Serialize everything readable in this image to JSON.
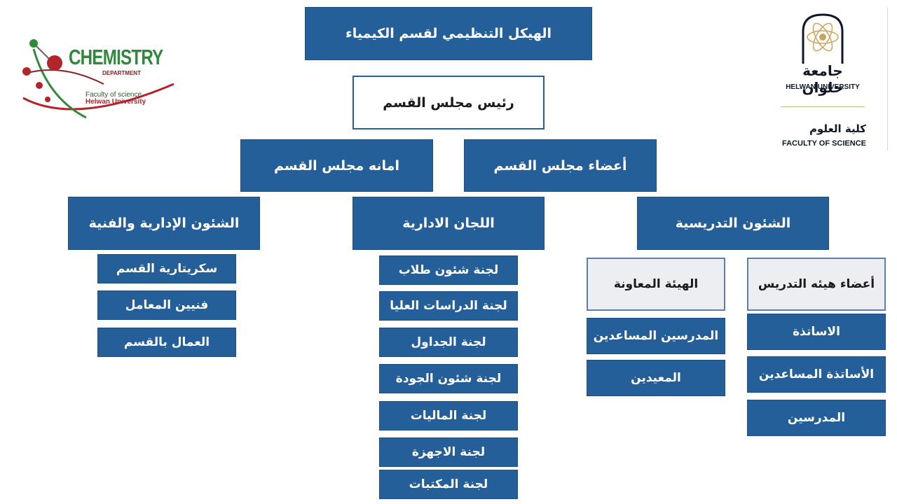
{
  "title": "الهيكل التنظيمي لقسم الكيمياء",
  "chair": "رئيس مجلس القسم",
  "council": {
    "secretariat": "امانه مجلس القسم",
    "members": "أعضاء مجلس القسم"
  },
  "branches": {
    "admin_tech": {
      "label": "الشئون الإدارية والفنية",
      "items": [
        "سكريتارية القسم",
        "فنيين المعامل",
        "العمال بالقسم"
      ]
    },
    "committees": {
      "label": "اللجان الادارية",
      "items": [
        "لجنة شئون طلاب",
        "لجنة الدراسات العليا",
        "لجنة الجداول",
        "لجنة شئون الجودة",
        "لجنة الماليات",
        "لجنة الاجهزة",
        "لجنة المكتبات"
      ]
    },
    "teaching": {
      "label": "الشئون التدريسية",
      "assistant_staff": {
        "label": "الهيئة المعاونة",
        "items": [
          "المدرسين المساعدين",
          "المعيدين"
        ]
      },
      "faculty": {
        "label": "أعضاء هيئه التدريس",
        "items": [
          "الاساتذة",
          "الأساتذة المساعدين",
          "المدرسين"
        ]
      }
    }
  },
  "chem_logo": {
    "word": "CHEMISTRY",
    "dept": "DEPARTMENT",
    "faculty": "Faculty of science",
    "university": "Helwan University",
    "colors": {
      "green": "#2f8a3c",
      "red": "#b2262b"
    }
  },
  "helwan_logo": {
    "arabic": "جامعة حلوان",
    "english": "HELWAN UNIVERSITY",
    "faculty_ar": "كلية العلوم",
    "faculty_en": "FACULTY OF SCIENCE",
    "colors": {
      "gold": "#c9b48c",
      "navy": "#101828"
    }
  },
  "colors": {
    "box_blue": "#245f9a",
    "box_grey": "#eceef1"
  }
}
